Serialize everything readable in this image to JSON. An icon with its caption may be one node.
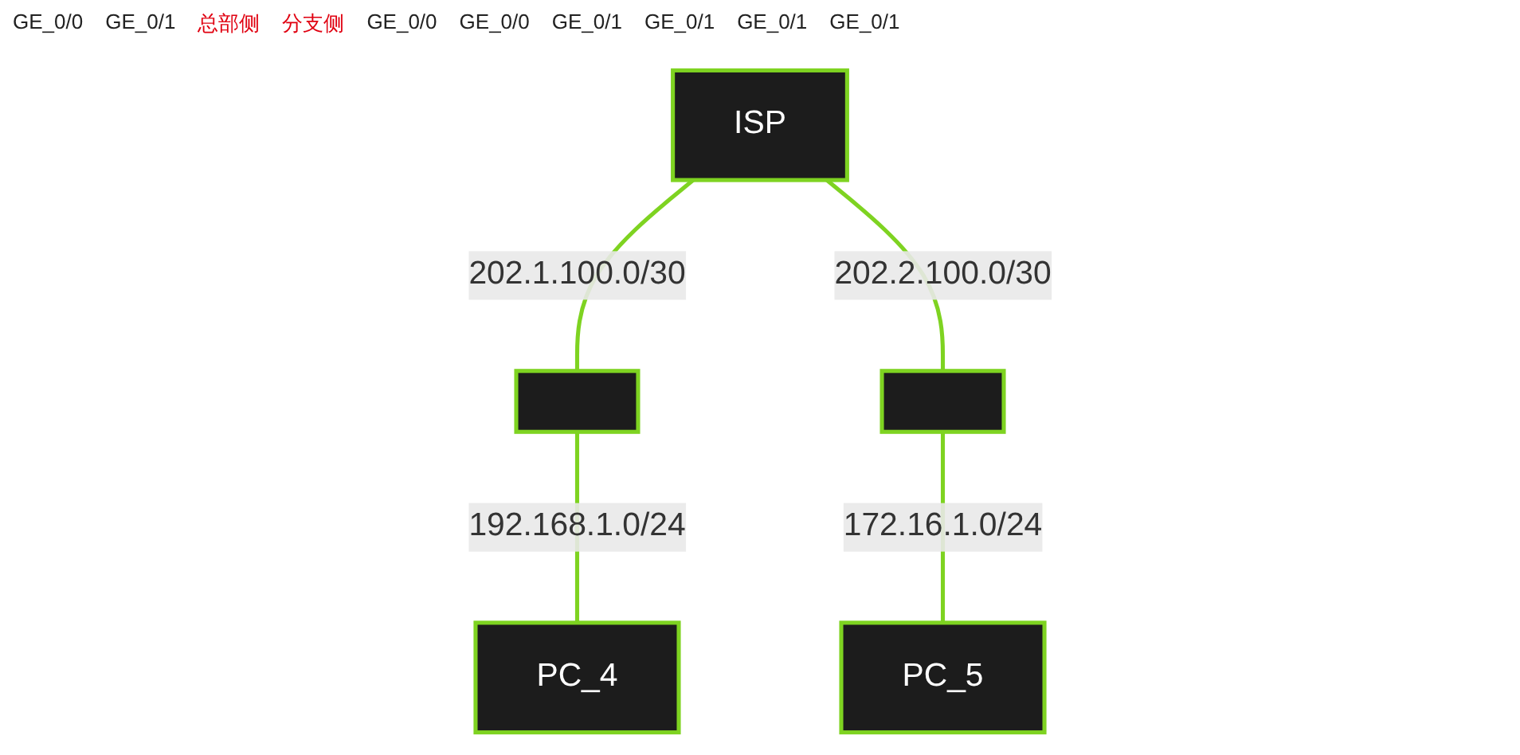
{
  "diagram": {
    "nodes": [
      {
        "text": [
          "ISP"
        ]
      },
      {
        "text": [],
        "shape": "box"
      },
      {
        "text": [],
        "shape": "box"
      },
      {
        "text": [
          "PC_4"
        ]
      },
      {
        "text": [
          "PC_5"
        ]
      }
    ],
    "edges": [
      {
        "from": 0,
        "to": 1,
        "arrow": "none",
        "label": "202.1.100.0/30"
      },
      {
        "from": 0,
        "to": 2,
        "arrow": "none",
        "label": "202.2.100.0/30"
      },
      {
        "from": 1,
        "to": 3,
        "arrow": "none",
        "label": "192.168.1.0/24"
      },
      {
        "from": 2,
        "to": 4,
        "arrow": "none",
        "label": "172.16.1.0/24"
      }
    ],
    "labels": [
      "GE_0/0",
      "GE_0/1",
      "总部侧",
      "分支侧",
      "GE_0/0",
      "GE_0/0",
      "GE_0/1",
      "GE_0/1",
      "GE_0/1",
      "GE_0/1"
    ]
  }
}
